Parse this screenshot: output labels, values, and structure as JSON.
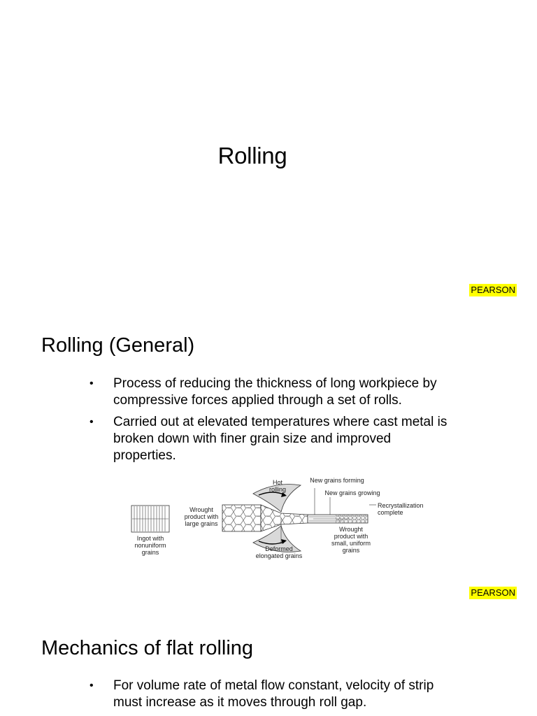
{
  "slide1": {
    "title": "Rolling",
    "watermark": "PEARSON"
  },
  "slide2": {
    "heading": "Rolling (General)",
    "bullets": [
      "Process of reducing the thickness of long workpiece by compressive forces applied through a set of rolls.",
      "Carried out at elevated temperatures where cast metal is broken down with finer grain size and improved properties."
    ],
    "figure": {
      "labels": {
        "ingot": [
          "Ingot with",
          "nonuniform",
          "grains"
        ],
        "wrought_large": [
          "Wrought",
          "product with",
          "large grains"
        ],
        "hot_rolling": [
          "Hot",
          "rolling"
        ],
        "new_forming": "New grains forming",
        "new_growing": "New grains growing",
        "recrystallization": [
          "Recrystallization",
          "complete"
        ],
        "deformed": [
          "Deformed",
          "elongated grains"
        ],
        "wrought_small": [
          "Wrought",
          "product with",
          "small, uniform",
          "grains"
        ]
      }
    },
    "watermark": "PEARSON"
  },
  "slide3": {
    "heading": "Mechanics of flat rolling",
    "bullets": [
      "For volume rate of metal flow constant, velocity of strip must increase as it moves through roll gap."
    ]
  }
}
